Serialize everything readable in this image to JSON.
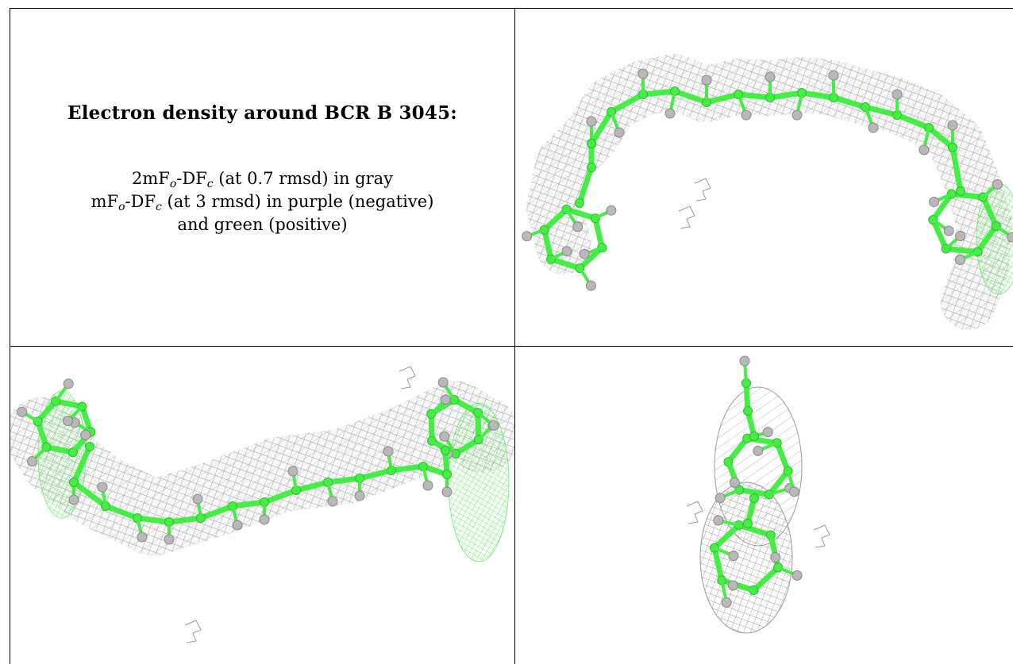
{
  "caption": {
    "title": "Electron density around BCR B 3045:",
    "line1": {
      "prefix": "2mF",
      "sub1": "o",
      "mid": "-DF",
      "sub2": "c",
      "suffix": " (at 0.7 rmsd) in gray"
    },
    "line2": {
      "prefix": "mF",
      "sub1": "o",
      "mid": "-DF",
      "sub2": "c",
      "suffix": " (at 3 rmsd) in purple (negative)"
    },
    "line3": "and green (positive)"
  },
  "panels": [
    {
      "view": "top view"
    },
    {
      "view": "side view"
    },
    {
      "view": "end view"
    }
  ],
  "colors": {
    "mesh": "#9a9a9a",
    "bonds": "#44ee44",
    "atoms": "#b8b8b8",
    "positive_density": "#55ee55"
  }
}
